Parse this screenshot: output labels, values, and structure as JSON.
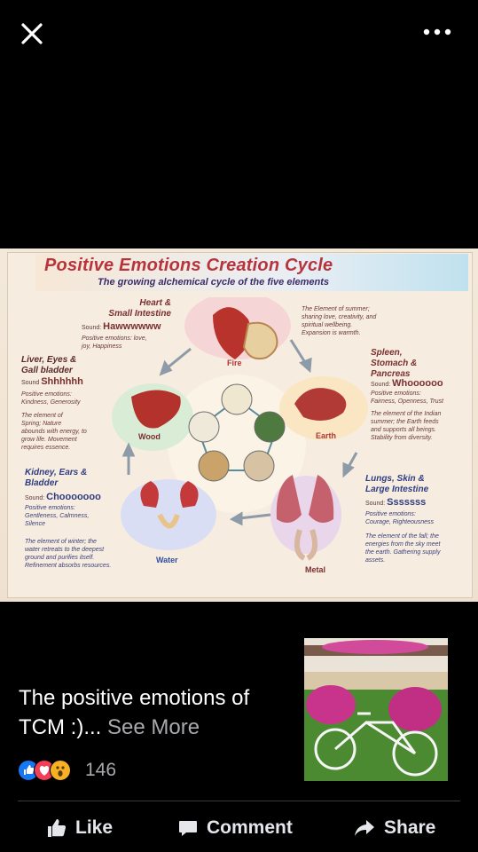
{
  "viewer": {
    "close_icon": "close-icon",
    "more_icon": "more-horizontal-icon"
  },
  "poster": {
    "title": "Positive Emotions Creation Cycle",
    "subtitle": "The growing alchemical cycle of the five elements",
    "fire": {
      "organs": [
        "Heart &",
        "Small Intestine"
      ],
      "sound_label": "Sound:",
      "sound": "Hawwwwww",
      "emotions": [
        "Positive emotions: love,",
        "joy, Happiness"
      ],
      "desc": [
        "The Element of summer;",
        "sharing love, creativity, and",
        "spiritual wellbeing.",
        "Expansion is warmth."
      ],
      "element": "Fire"
    },
    "earth": {
      "organs": [
        "Spleen,",
        "Stomach &",
        "Pancreas"
      ],
      "sound_label": "Sound:",
      "sound": "Whoooooo",
      "emotions": [
        "Positive emotions:",
        "Fairness, Openness, Trust"
      ],
      "desc": [
        "The element of the Indian",
        "summer; the Earth feeds",
        "and supports all beings.",
        "Stability from diversity."
      ],
      "element": "Earth"
    },
    "wood": {
      "organs": [
        "Liver, Eyes &",
        "Gall bladder"
      ],
      "sound_label": "Sound",
      "sound": "Shhhhhh",
      "emotions": [
        "Positive emotions:",
        "Kindness, Generosity"
      ],
      "desc": [
        "The element of",
        "Spring; Nature",
        "abounds with energy, to",
        "grow life. Movement",
        "requires essence."
      ],
      "element": "Wood"
    },
    "water": {
      "organs": [
        "Kidney, Ears &",
        "Bladder"
      ],
      "sound_label": "Sound:",
      "sound": "Chooooooo",
      "emotions": [
        "Positive emotions:",
        "Gentleness, Calmness,",
        "Silence"
      ],
      "desc": [
        "The element of winter; the",
        "water retreats to the deepest",
        "ground and purifies itself.",
        "Refinement absorbs resources."
      ],
      "element": "Water"
    },
    "metal": {
      "organs": [
        "Lungs, Skin &",
        "Large Intestine"
      ],
      "sound_label": "Sound:",
      "sound": "Sssssss",
      "emotions": [
        "Positive emotions:",
        "Courage, Righteousness"
      ],
      "desc": [
        "The element of the fall; the",
        "energies from the sky meet",
        "the earth. Gathering supply",
        "assets."
      ],
      "element": "Metal"
    }
  },
  "post": {
    "caption_line1": "The positive emotions of",
    "caption_line2": "TCM :)...",
    "see_more": "See More",
    "reaction_count": "146",
    "reaction_icons": [
      "like-reaction-icon",
      "love-reaction-icon",
      "wow-reaction-icon"
    ]
  },
  "actions": {
    "like": "Like",
    "comment": "Comment",
    "share": "Share"
  },
  "colors": {
    "background": "#000000",
    "secondary_text": "#a7a9ad",
    "like_blue": "#1877f2",
    "love_red": "#f33e58",
    "wow_yellow": "#f7b125"
  }
}
